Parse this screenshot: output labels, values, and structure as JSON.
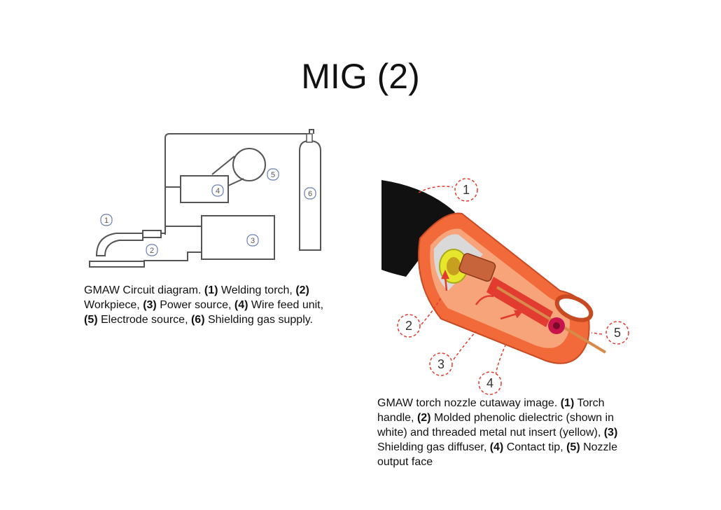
{
  "slide": {
    "title": "MIG (2)"
  },
  "circuit_diagram": {
    "labels": [
      "1",
      "2",
      "3",
      "4",
      "5",
      "6"
    ],
    "caption": [
      {
        "text": "GMAW Circuit diagram. ",
        "bold": false
      },
      {
        "text": "(1)",
        "bold": true
      },
      {
        "text": " Welding torch, ",
        "bold": false
      },
      {
        "text": "(2)",
        "bold": true
      },
      {
        "text": " Workpiece, ",
        "bold": false
      },
      {
        "text": "(3)",
        "bold": true
      },
      {
        "text": " Power source, ",
        "bold": false
      },
      {
        "text": "(4)",
        "bold": true
      },
      {
        "text": " Wire feed unit, ",
        "bold": false
      },
      {
        "text": "(5)",
        "bold": true
      },
      {
        "text": " Electrode source, ",
        "bold": false
      },
      {
        "text": "(6)",
        "bold": true
      },
      {
        "text": " Shielding gas supply.",
        "bold": false
      }
    ]
  },
  "torch_diagram": {
    "labels": [
      "1",
      "2",
      "3",
      "4",
      "5"
    ],
    "colors": {
      "nozzle": "#f26a3a",
      "handle": "#111111",
      "callout": "#e23b2f",
      "insert": "#e6e62c",
      "contact_tip": "#c8643c"
    },
    "caption": [
      {
        "text": "GMAW torch nozzle cutaway image. ",
        "bold": false
      },
      {
        "text": "(1)",
        "bold": true
      },
      {
        "text": " Torch handle, ",
        "bold": false
      },
      {
        "text": "(2)",
        "bold": true
      },
      {
        "text": " Molded phenolic dielectric (shown in white) and threaded metal nut insert (yellow), ",
        "bold": false
      },
      {
        "text": "(3)",
        "bold": true
      },
      {
        "text": " Shielding gas diffuser, ",
        "bold": false
      },
      {
        "text": "(4)",
        "bold": true
      },
      {
        "text": " Contact tip, ",
        "bold": false
      },
      {
        "text": "(5)",
        "bold": true
      },
      {
        "text": " Nozzle output face",
        "bold": false
      }
    ]
  }
}
